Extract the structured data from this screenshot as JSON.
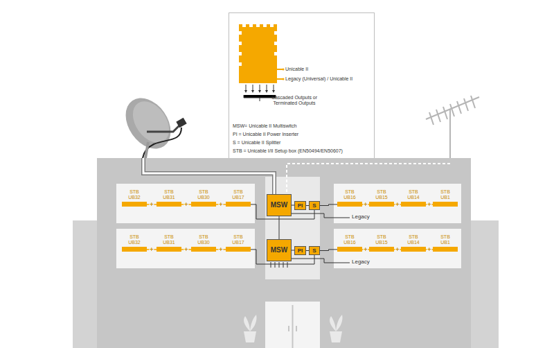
{
  "diagram": {
    "nodes": [
      {
        "text": [
          "Unicable II",
          "Legacy (Universal) / Unicable II",
          "Cascaded Outputs or Terminated Outputs",
          "MSW= Unicable II Multiswitch",
          "PI = Unicable II Power Inserter",
          "S = Unicable II Splitter",
          "STB = Unicable I/II Setup box (EN50494/EN50607)"
        ]
      },
      {
        "text": [
          "STB UB32"
        ]
      },
      {
        "text": [
          "STB UB31"
        ]
      },
      {
        "text": [
          "STB UB30"
        ]
      },
      {
        "text": [
          "STB UB17"
        ]
      },
      {
        "text": [
          "MSW"
        ]
      },
      {
        "text": [
          "PI"
        ]
      },
      {
        "text": [
          "S"
        ]
      },
      {
        "text": [
          "STB UB16"
        ]
      },
      {
        "text": [
          "STB UB15"
        ]
      },
      {
        "text": [
          "STB UB14"
        ]
      },
      {
        "text": [
          "STB UB1"
        ]
      },
      {
        "text": [
          "STB UB32"
        ]
      },
      {
        "text": [
          "STB UB31"
        ]
      },
      {
        "text": [
          "STB UB30"
        ]
      },
      {
        "text": [
          "STB UB17"
        ]
      },
      {
        "text": [
          "MSW"
        ]
      },
      {
        "text": [
          "PI"
        ]
      },
      {
        "text": [
          "S"
        ]
      },
      {
        "text": [
          "STB UB16"
        ]
      },
      {
        "text": [
          "STB UB15"
        ]
      },
      {
        "text": [
          "STB UB14"
        ]
      },
      {
        "text": [
          "STB UB1"
        ]
      }
    ],
    "edges": [
      {
        "from": 1,
        "to": 2,
        "label": "+",
        "arrow": "none"
      },
      {
        "from": 2,
        "to": 3,
        "label": "+",
        "arrow": "none"
      },
      {
        "from": 3,
        "to": 4,
        "label": "+",
        "arrow": "none"
      },
      {
        "from": 5,
        "to": 6,
        "arrow": "none"
      },
      {
        "from": 6,
        "to": 7,
        "arrow": "none"
      },
      {
        "from": 7,
        "to": 4,
        "arrow": "none"
      },
      {
        "from": 7,
        "to": 8,
        "arrow": "none"
      },
      {
        "from": 8,
        "to": 9,
        "label": "+",
        "arrow": "none"
      },
      {
        "from": 9,
        "to": 10,
        "label": "+",
        "arrow": "none"
      },
      {
        "from": 10,
        "to": 11,
        "label": "+",
        "arrow": "none"
      },
      {
        "from": 5,
        "to": 16,
        "arrow": "none"
      },
      {
        "from": 12,
        "to": 13,
        "label": "+",
        "arrow": "none"
      },
      {
        "from": 13,
        "to": 14,
        "label": "+",
        "arrow": "none"
      },
      {
        "from": 14,
        "to": 15,
        "label": "+",
        "arrow": "none"
      },
      {
        "from": 16,
        "to": 17,
        "arrow": "none"
      },
      {
        "from": 17,
        "to": 18,
        "arrow": "none"
      },
      {
        "from": 18,
        "to": 15,
        "arrow": "none"
      },
      {
        "from": 18,
        "to": 19,
        "arrow": "none"
      },
      {
        "from": 19,
        "to": 20,
        "label": "+",
        "arrow": "none"
      },
      {
        "from": 20,
        "to": 21,
        "label": "+",
        "arrow": "none"
      },
      {
        "from": 21,
        "to": 22,
        "label": "+",
        "arrow": "none"
      }
    ],
    "labels": [
      "Legacy",
      "Legacy"
    ]
  }
}
